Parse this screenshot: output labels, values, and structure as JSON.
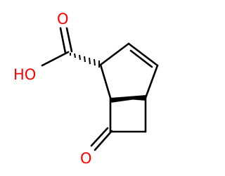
{
  "molecule": {
    "atoms": {
      "carbonyl_oxygen": {
        "label": "O",
        "color": "#ff0000"
      },
      "acid_oxygen": {
        "label": "O",
        "color": "#ff0000"
      },
      "hydroxyl": {
        "label": "HO",
        "color": "#ff0000"
      }
    },
    "bond_color": "#000000"
  }
}
